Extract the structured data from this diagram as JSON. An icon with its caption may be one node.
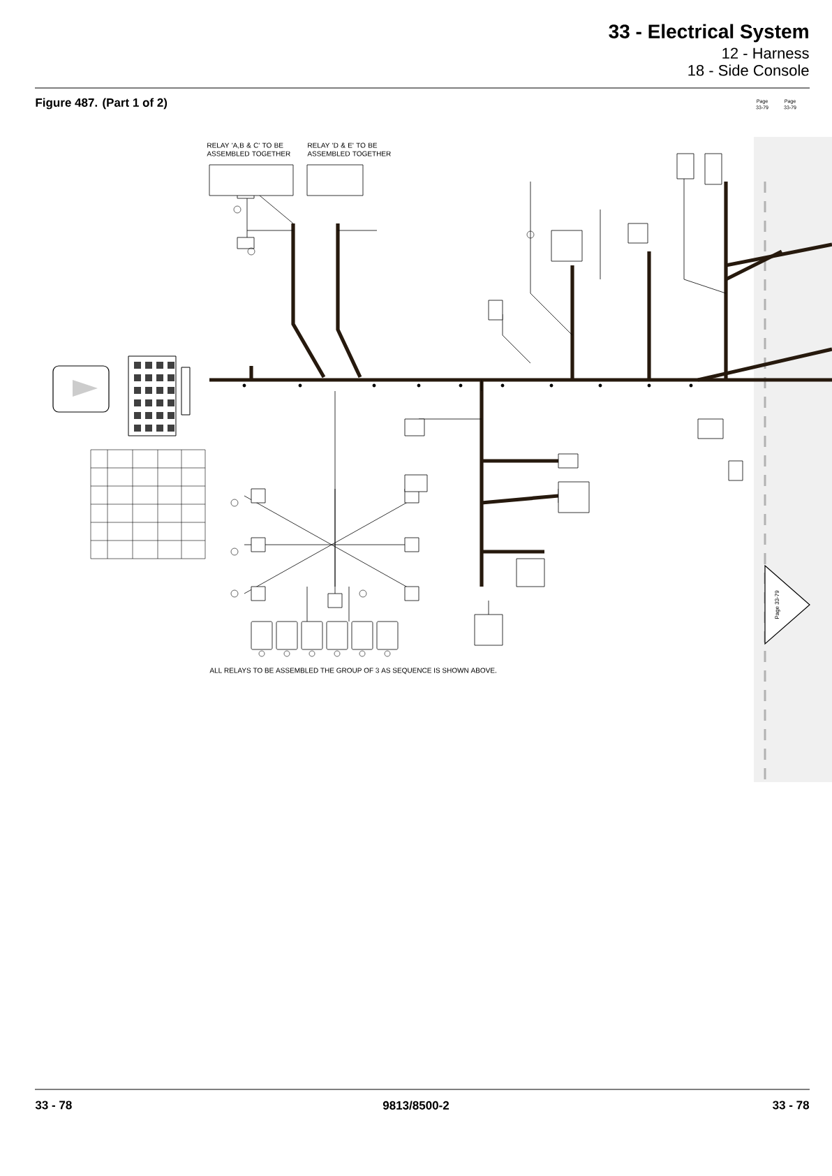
{
  "diagram": {
    "title": "33 - Electrical System",
    "nodes": [
      {
        "text": [
          "Page 33-79"
        ]
      }
    ],
    "labels": [
      "12 - Harness",
      "18 - Side Console",
      "Figure 487. (Part 1 of 2)",
      "Page 33-79",
      "Page 33-79",
      "RELAY 'A,B & C' TO BE ASSEMBLED TOGETHER",
      "RELAY 'D & E' TO BE ASSEMBLED TOGETHER",
      "ALL RELAYS TO BE ASSEMBLED THE GROUP OF 3 AS SEQUENCE IS SHOWN ABOVE.",
      "33 - 78",
      "9813/8500-2",
      "33 - 78"
    ]
  }
}
